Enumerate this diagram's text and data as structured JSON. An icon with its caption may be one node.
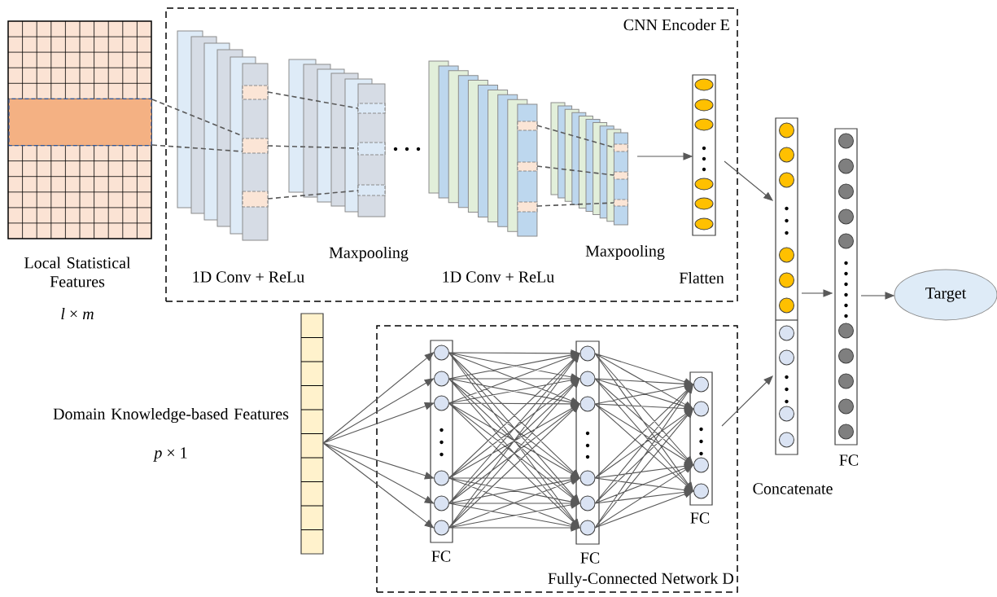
{
  "diagram": {
    "nodes": [
      {
        "text": [
          "CNN Encoder E"
        ]
      },
      {
        "text": [
          "Local Statistical Features",
          "*l* × *m*"
        ]
      },
      {
        "text": [
          "1D Conv + ReLu"
        ],
        "in": 0
      },
      {
        "text": [
          "Maxpooling"
        ],
        "in": 0
      },
      {
        "text": [
          "1D Conv + ReLu"
        ],
        "in": 0
      },
      {
        "text": [
          "Maxpooling"
        ],
        "in": 0
      },
      {
        "text": [
          "Flatten"
        ],
        "in": 0
      },
      {
        "text": [
          "Concatenate"
        ]
      },
      {
        "text": [
          "FC"
        ]
      },
      {
        "text": [
          "Target"
        ]
      },
      {
        "text": [
          "Domain Knowledge-based Features",
          "*p* × 1"
        ]
      },
      {
        "text": [
          "Fully-Connected Network D"
        ]
      },
      {
        "text": [
          "FC"
        ],
        "in": 11
      },
      {
        "text": [
          "FC"
        ],
        "in": 11
      },
      {
        "text": [
          "FC"
        ],
        "in": 11
      }
    ],
    "edges": [
      {
        "from": 1,
        "to": 2,
        "arrow": "none",
        "style": "dashed"
      },
      {
        "from": 2,
        "to": 3,
        "arrow": "none",
        "style": "dashed"
      },
      {
        "from": 4,
        "to": 5,
        "arrow": "none",
        "style": "dashed"
      },
      {
        "from": 5,
        "to": 6,
        "arrow": "to"
      },
      {
        "from": 6,
        "to": 7,
        "arrow": "to"
      },
      {
        "from": 10,
        "to": 12,
        "arrow": "to"
      },
      {
        "from": 12,
        "to": 13,
        "arrow": "to"
      },
      {
        "from": 13,
        "to": 14,
        "arrow": "to"
      },
      {
        "from": 14,
        "to": 7,
        "arrow": "to"
      },
      {
        "from": 7,
        "to": 8,
        "arrow": "to"
      },
      {
        "from": 8,
        "to": 9,
        "arrow": "to"
      }
    ]
  }
}
